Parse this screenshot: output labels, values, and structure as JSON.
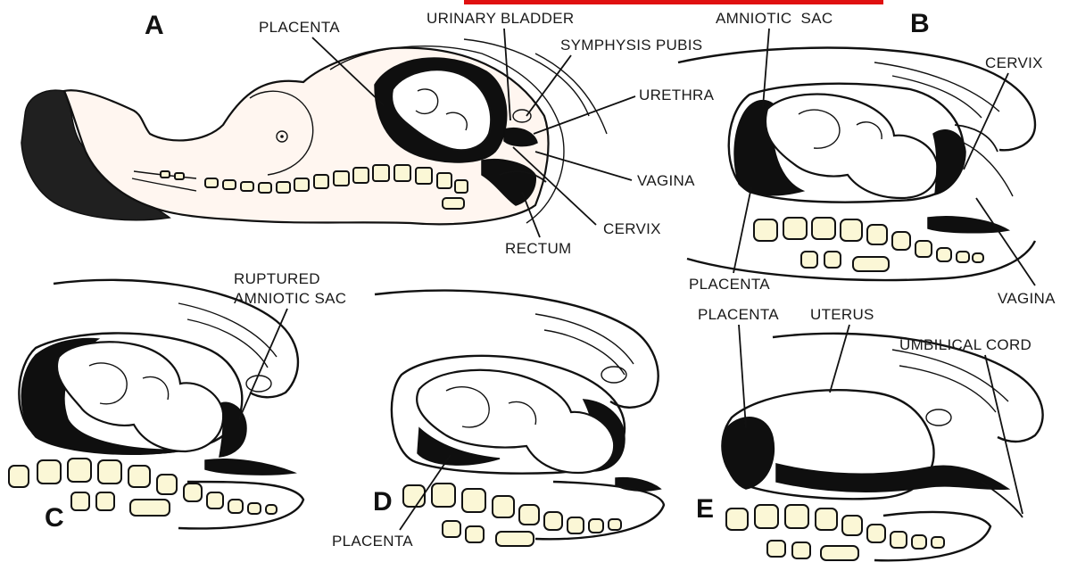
{
  "panels": {
    "A": "A",
    "B": "B",
    "C": "C",
    "D": "D",
    "E": "E"
  },
  "labels": {
    "placenta_a": "PLACENTA",
    "urinary_bladder": "URINARY BLADDER",
    "symphysis_pubis": "SYMPHYSIS PUBIS",
    "urethra": "URETHRA",
    "vagina_a": "VAGINA",
    "cervix_a": "CERVIX",
    "rectum": "RECTUM",
    "amniotic_sac": "AMNIOTIC  SAC",
    "cervix_b": "CERVIX",
    "placenta_b": "PLACENTA",
    "vagina_b": "VAGINA",
    "ruptured_1": "RUPTURED",
    "ruptured_2": "AMNIOTIC SAC",
    "placenta_d": "PLACENTA",
    "placenta_e": "PLACENTA",
    "uterus": "UTERUS",
    "umbilical_cord": "UMBILICAL CORD"
  },
  "colors": {
    "ink": "#111111",
    "skin": "#fff6f0",
    "bone": "#fbf7d6",
    "top_cut_text": "#e01010"
  }
}
